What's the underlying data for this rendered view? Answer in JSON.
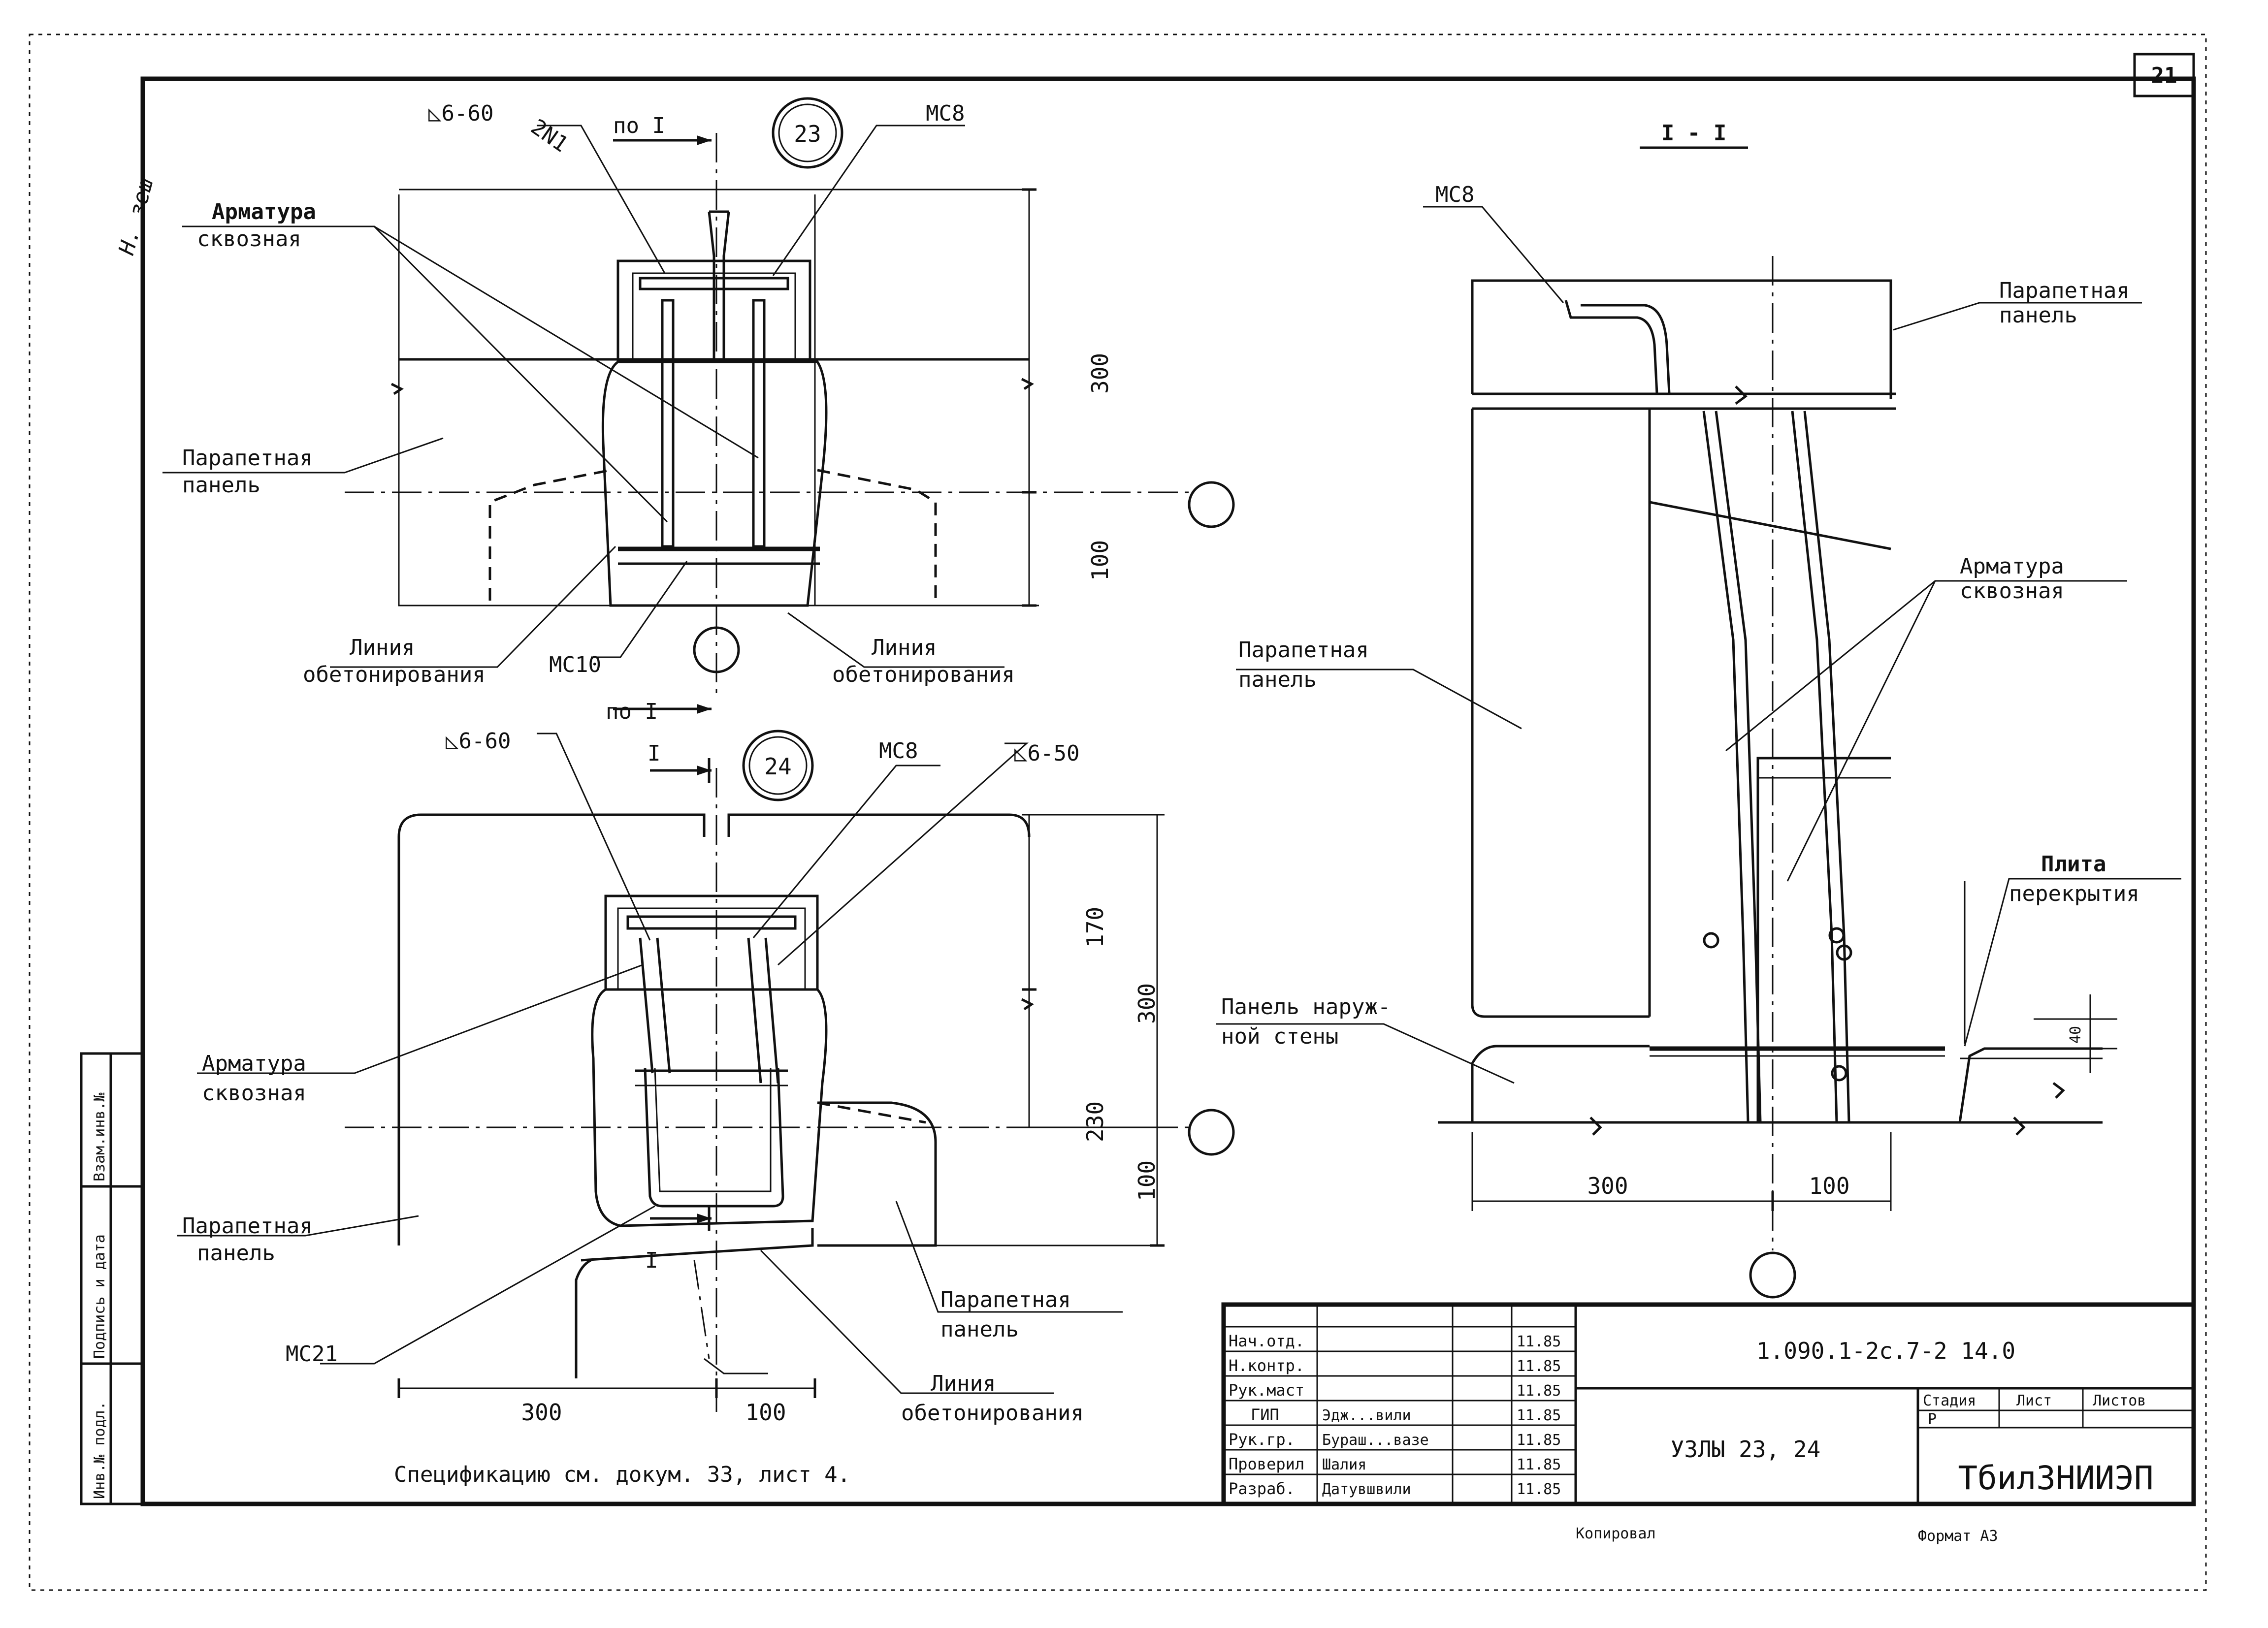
{
  "sheet": {
    "number": "21",
    "margin_signature": "Н. зеш",
    "spec_note": "Спецификацию см. докум. 33, лист 4.",
    "copied": "Копировал",
    "format": "Формат А3"
  },
  "side_stamp": {
    "cells": [
      "Взам.инв.№",
      "Подпись и дата",
      "Инв.№ подл."
    ]
  },
  "node23": {
    "mark": "23",
    "section_ref_top": "по I",
    "section_ref_bottom": "по I",
    "weld_label": "◺6-60",
    "bar_2n1": "2N1",
    "mesh_top": "МС8",
    "mesh_bottom": "МС10",
    "rebar_label_1": "Арматура",
    "rebar_label_2": "сквозная",
    "panel_label_1": "Парапетная",
    "panel_label_2": "панель",
    "concrete_left_1": "Линия",
    "concrete_left_2": "обетонирования",
    "concrete_right_1": "Линия",
    "concrete_right_2": "обетонирования",
    "dim_300": "300",
    "dim_100": "100"
  },
  "node24": {
    "mark": "24",
    "section_mark": "I",
    "section_mark_bottom": "I",
    "weld_left": "◺6-60",
    "weld_right": "◺6-50",
    "mesh_top": "МС8",
    "mesh_bottom": "МС21",
    "rebar_label_1": "Арматура",
    "rebar_label_2": "сквозная",
    "panel_left_1": "Парапетная",
    "panel_left_2": "панель",
    "panel_right_1": "Парапетная",
    "panel_right_2": "панель",
    "concrete_1": "Линия",
    "concrete_2": "обетонирования",
    "dim_170": "170",
    "dim_300": "300",
    "dim_230": "230",
    "dim_100": "100",
    "dim_bottom_300": "300",
    "dim_bottom_100": "100"
  },
  "section": {
    "title": "I - I",
    "mesh": "МС8",
    "panel_top_1": "Парапетная",
    "panel_top_2": "панель",
    "panel_mid_1": "Парапетная",
    "panel_mid_2": "панель",
    "rebar_1": "Арматура",
    "rebar_2": "сквозная",
    "slab_1": "Плита",
    "slab_2": "перекрытия",
    "wall_1": "Панель наруж-",
    "wall_2": "ной стены",
    "dim_300": "300",
    "dim_100": "100",
    "dim_small": "40"
  },
  "title_block": {
    "doc_code": "1.090.1-2с.7-2 14.0",
    "title": "УЗЛЫ 23, 24",
    "org": "ТбилЗНИИЭП",
    "col_stage": "Стадия",
    "col_sheet": "Лист",
    "col_sheets": "Листов",
    "stage_value": "Р",
    "roles": [
      {
        "role": "Нач.отд.",
        "name": "",
        "date": "11.85"
      },
      {
        "role": "Н.контр.",
        "name": "",
        "date": "11.85"
      },
      {
        "role": "Рук.маст",
        "name": "",
        "date": "11.85"
      },
      {
        "role": "ГИП",
        "name": "Эдж...вили",
        "date": "11.85"
      },
      {
        "role": "Рук.гр.",
        "name": "Бураш...вазе",
        "date": "11.85"
      },
      {
        "role": "Проверил",
        "name": "Шалия",
        "date": "11.85"
      },
      {
        "role": "Разраб.",
        "name": "Датувшвили",
        "date": "11.85"
      }
    ]
  }
}
